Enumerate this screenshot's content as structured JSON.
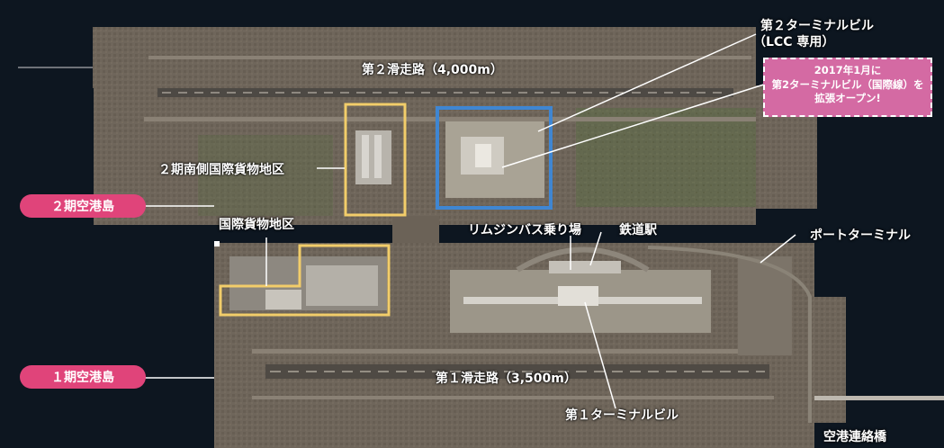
{
  "labels": {
    "t2_name": "第２ターミナルビル",
    "t2_sub": "（LCC 専用）",
    "runway2": "第２滑走路（4,000m）",
    "south_cargo": "２期南側国際貨物地区",
    "intl_cargo": "国際貨物地区",
    "limousine": "リムジンバス乗り場",
    "railway": "鉄道駅",
    "port_terminal": "ポートターミナル",
    "runway1": "第１滑走路（3,500m）",
    "t1": "第１ターミナルビル",
    "bridge": "空港連絡橋"
  },
  "islands": {
    "phase2": "２期空港島",
    "phase1": "１期空港島"
  },
  "callout": {
    "line1": "2017年1月に",
    "line2": "第2ターミナルビル（国際線）を",
    "line3": "拡張オープン!"
  },
  "colors": {
    "sea": "#0d1620",
    "land": "#6b6257",
    "highlight_yellow": "#f2cd6a",
    "highlight_blue": "#3f86d2",
    "pill": "#e0447a",
    "callout_bg": "#d46aa3"
  }
}
